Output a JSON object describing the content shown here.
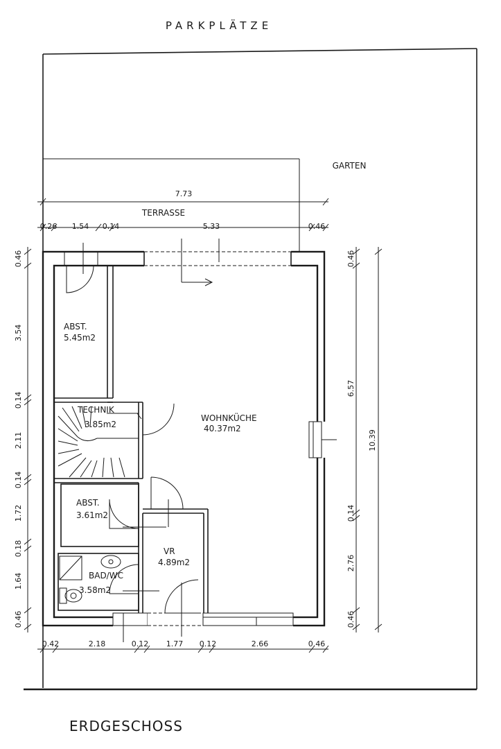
{
  "header": {
    "top_label": "PARKPLÄTZE"
  },
  "outdoor": {
    "garden": "GARTEN",
    "terrace": "TERRASSE"
  },
  "rooms": {
    "abst1": {
      "name": "ABST.",
      "area": "5.45m2"
    },
    "technik": {
      "name": "TECHNIK",
      "area": "3.85m2"
    },
    "wohnkueche": {
      "name": "WOHNKÜCHE",
      "area": "40.37m2"
    },
    "abst2": {
      "name": "ABST.",
      "area": "3.61m2"
    },
    "vr": {
      "name": "VR",
      "area": "4.89m2"
    },
    "bad": {
      "name": "BAD/WC",
      "area": "3.58m2"
    }
  },
  "dimensions": {
    "top_overall": "7.73",
    "top_segments": [
      "0.26",
      "1.54",
      "0.14",
      "5.33",
      "0.46"
    ],
    "bottom_segments": [
      "0.42",
      "2.18",
      "0.12",
      "1.77",
      "0.12",
      "2.66",
      "0.46"
    ],
    "left_segments": [
      "0.46",
      "3.54",
      "0.14",
      "2.11",
      "0.14",
      "1.72",
      "0.18",
      "1.64",
      "0.46"
    ],
    "right_segments": [
      "0.46",
      "6.57",
      "0.14",
      "2.76",
      "0.46"
    ],
    "right_overall": "10.39"
  },
  "footer": {
    "floor_label": "ERDGESCHOSS"
  }
}
